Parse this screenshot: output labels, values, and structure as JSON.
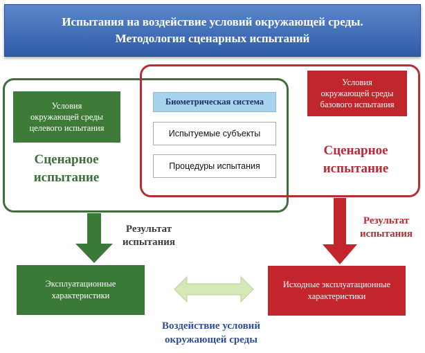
{
  "header": {
    "title_line1": "Испытания на воздействие условий окружающей среды.",
    "title_line2": "Методология сценарных испытаний"
  },
  "target_test": {
    "conditions_line1": "Условия",
    "conditions_line2": "окружающей среды",
    "conditions_line3": "целевого испытания",
    "scenario_line1": "Сценарное",
    "scenario_line2": "испытание",
    "result_line1": "Результат",
    "result_line2": "испытания",
    "outcome_line1": "Эксплуатационные",
    "outcome_line2": "характеристики"
  },
  "baseline_test": {
    "conditions_line1": "Условия",
    "conditions_line2": "окружающей среды",
    "conditions_line3": "базового испытания",
    "scenario_line1": "Сценарное",
    "scenario_line2": "испытание",
    "result_line1": "Результат",
    "result_line2": "испытания",
    "outcome_line1": "Исходные эксплуатационные",
    "outcome_line2": "характеристики"
  },
  "shared": {
    "biometric_system": "Биометрическая система",
    "test_subjects": "Испытуемые субъекты",
    "test_procedures": "Процедуры испытания"
  },
  "footer": {
    "impact_line1": "Воздействие условий",
    "impact_line2": "окружающей среды"
  },
  "colors": {
    "banner": "#3f6db5",
    "green": "#3d6e3b",
    "red": "#b92c37",
    "biometric_box": "#a7d3ee",
    "double_arrow": "#d6e8b8"
  }
}
